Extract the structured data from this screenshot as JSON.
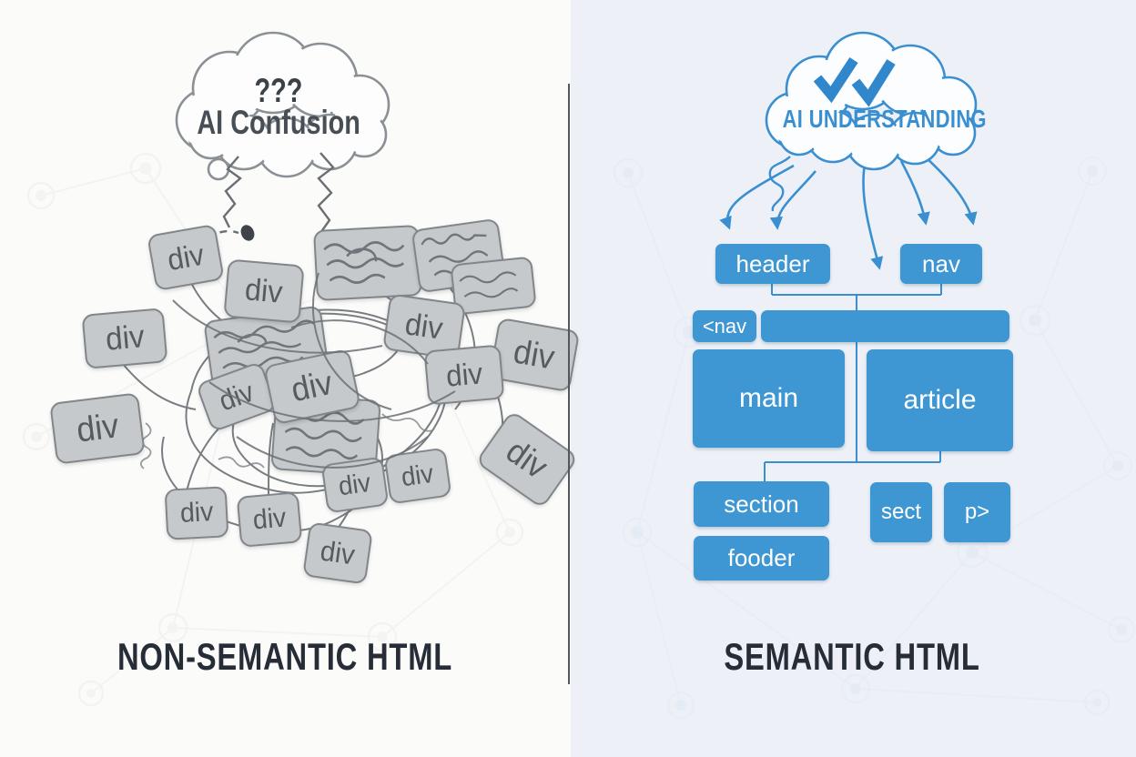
{
  "left": {
    "cloud_line1": "???",
    "cloud_line2": "AI Confusion",
    "title": "NON-SEMANTIC HTML",
    "div_boxes": [
      "div",
      "div",
      "div",
      "div",
      "div",
      "div",
      "div",
      "div",
      "div",
      "div",
      "div",
      "div",
      "div",
      "div",
      "div"
    ]
  },
  "right": {
    "cloud_label": "AI UNDERSTANDING",
    "check_icon": "double-check",
    "title": "SEMANTIC HTML",
    "nodes": {
      "header": "header",
      "nav": "nav",
      "nav_open": "<nav",
      "main": "main",
      "article": "article",
      "section": "section",
      "sect": "sect",
      "p_tag": "p>",
      "fooder": "fooder"
    }
  },
  "colors": {
    "accent_blue": "#3e96d2",
    "accent_stroke": "#3a8fd0",
    "check_blue": "#3187cc",
    "gray_box": "#c6c9cc",
    "gray_border": "#81868b",
    "title_dark": "#262d37",
    "left_bg": "#fbfbfa",
    "right_bg": "#edf1f7"
  }
}
